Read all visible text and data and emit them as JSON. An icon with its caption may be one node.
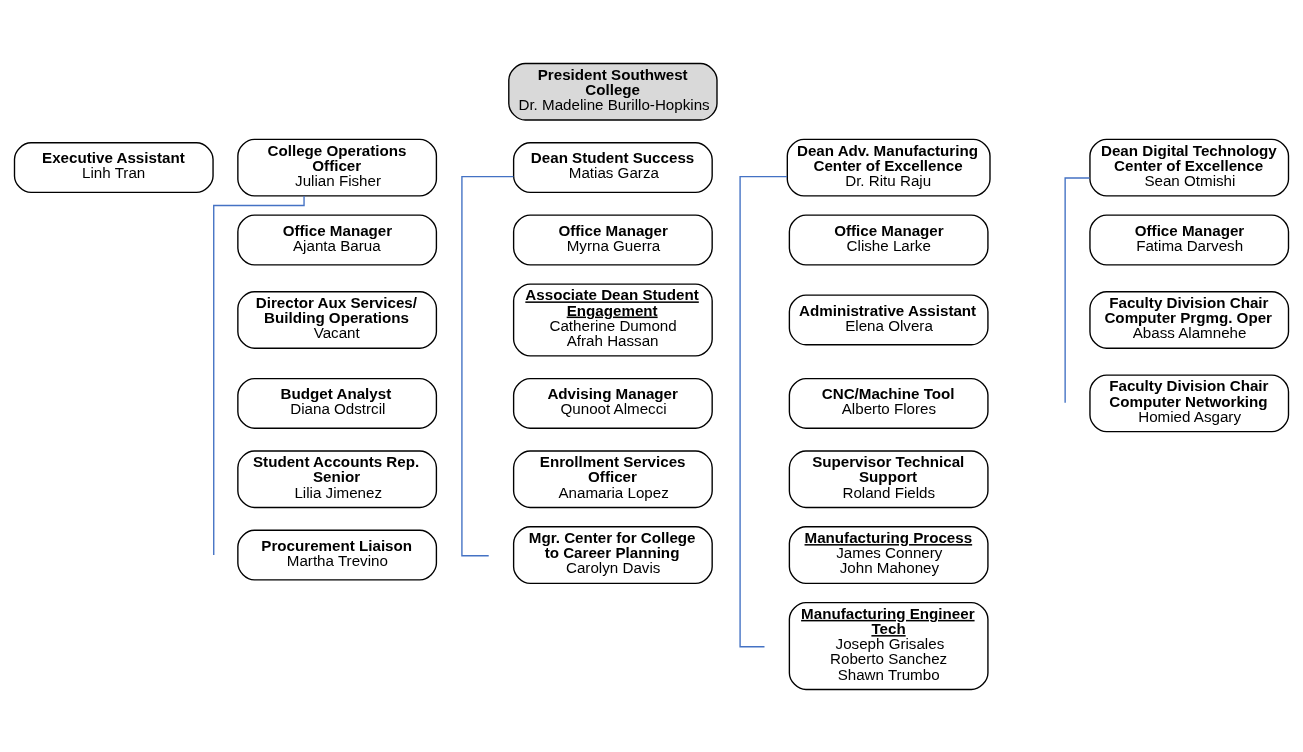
{
  "diagram": {
    "nodes": [
      {
        "text": [
          "President Southwest College",
          "Dr. Madeline Burillo-Hopkins"
        ]
      },
      {
        "text": [
          "Executive Assistant",
          "Linh Tran"
        ]
      },
      {
        "text": [
          "College Operations Officer",
          "Julian Fisher"
        ]
      },
      {
        "text": [
          "Dean Student Success",
          "Matias Garza"
        ]
      },
      {
        "text": [
          "Dean Adv. Manufacturing Center of Excellence",
          "Dr. Ritu Raju"
        ]
      },
      {
        "text": [
          "Dean Digital Technology Center of Excellence",
          "Sean Otmishi"
        ]
      },
      {
        "text": [
          "Office Manager",
          "Ajanta Barua"
        ]
      },
      {
        "text": [
          "Director Aux Services/ Building Operations",
          "Vacant"
        ]
      },
      {
        "text": [
          "Budget Analyst",
          "Diana Odstrcil"
        ]
      },
      {
        "text": [
          "Student Accounts Rep. Senior",
          "Lilia Jimenez"
        ]
      },
      {
        "text": [
          "Procurement Liaison",
          "Martha Trevino"
        ]
      },
      {
        "text": [
          "Office Manager",
          "Myrna Guerra"
        ]
      },
      {
        "text": [
          "Associate Dean Student Engagement",
          "Catherine Dumond",
          "Afrah Hassan"
        ]
      },
      {
        "text": [
          "Advising Manager",
          "Qunoot Almecci"
        ]
      },
      {
        "text": [
          "Enrollment Services Officer",
          "Anamaria Lopez"
        ]
      },
      {
        "text": [
          "Mgr. Center for College to Career Planning",
          "Carolyn Davis"
        ]
      },
      {
        "text": [
          "Office Manager",
          "Clishe Larke"
        ]
      },
      {
        "text": [
          "Administrative Assistant",
          "Elena Olvera"
        ]
      },
      {
        "text": [
          "CNC/Machine Tool",
          "Alberto Flores"
        ]
      },
      {
        "text": [
          "Supervisor Technical Support",
          "Roland Fields"
        ]
      },
      {
        "text": [
          "Manufacturing Process",
          "James Connery",
          "John Mahoney"
        ]
      },
      {
        "text": [
          "Manufacturing Engineer Tech",
          "Joseph Grisales",
          "Roberto Sanchez",
          "Shawn Trumbo"
        ]
      },
      {
        "text": [
          "Office Manager",
          "Fatima Darvesh"
        ]
      },
      {
        "text": [
          "Faculty Division Chair Computer Prgmg. Oper",
          "Abass Alamnehe"
        ]
      },
      {
        "text": [
          "Faculty Division Chair Computer Networking",
          "Homied Asgary"
        ]
      }
    ],
    "edges": [
      {
        "from": 2,
        "to": null,
        "arrow": "none"
      },
      {
        "from": 3,
        "to": null,
        "arrow": "none"
      },
      {
        "from": 4,
        "to": null,
        "arrow": "none"
      },
      {
        "from": 5,
        "to": null,
        "arrow": "none"
      }
    ]
  }
}
